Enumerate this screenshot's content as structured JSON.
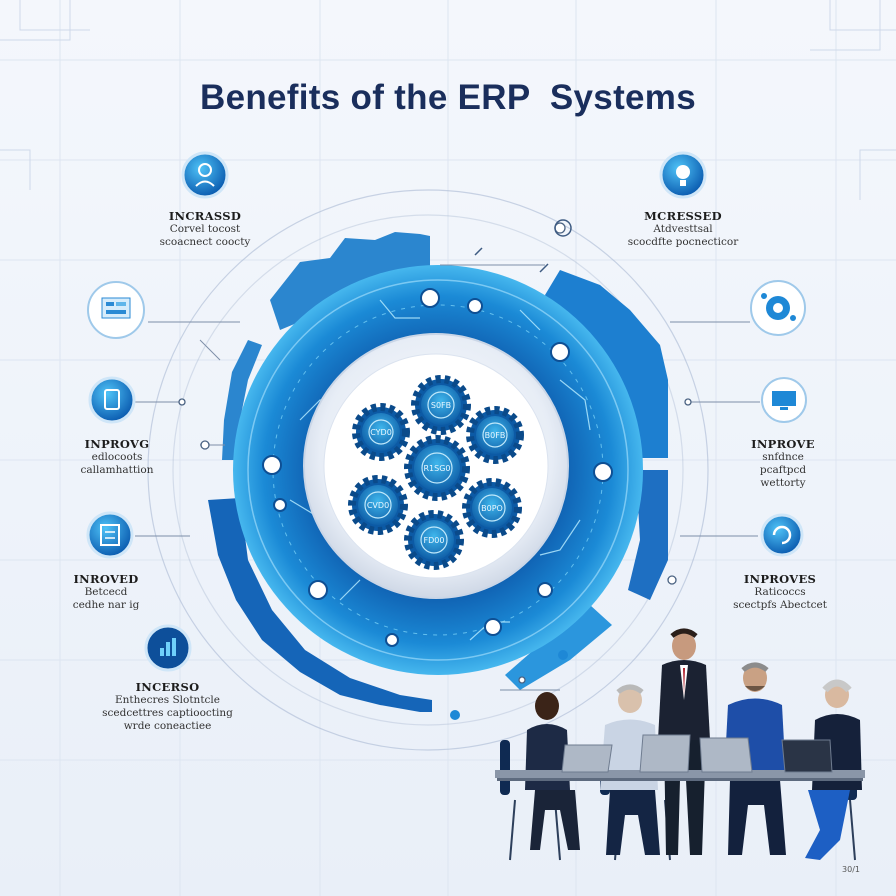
{
  "title": "Benefits of the ERP  Systems",
  "corner_mark": "30/1",
  "gear_labels": [
    "S0FB",
    "CYD0",
    "B0FB",
    "R1SG0",
    "CVD0",
    "B0PO",
    "FD00"
  ],
  "benefits": [
    {
      "id": "top-left",
      "heading": "INCRASSD",
      "lines": [
        "Corvel tocost",
        "scoacnect coocty"
      ]
    },
    {
      "id": "top-right",
      "heading": "MCRESSED",
      "lines": [
        "Atdvesttsal",
        "scocdfte pocnecticor"
      ]
    },
    {
      "id": "mid-left",
      "heading": "INPROVG",
      "lines": [
        "edlocoots",
        "callamhattion"
      ]
    },
    {
      "id": "mid-right",
      "heading": "INPROVE",
      "lines": [
        "snfdnce",
        "pcaftpcd",
        "wettorty"
      ]
    },
    {
      "id": "low-left",
      "heading": "INROVED",
      "lines": [
        "Betcecd",
        "cedhe nar ig"
      ]
    },
    {
      "id": "low-right",
      "heading": "INPROVES",
      "lines": [
        "Raticoccs",
        "scectpfs Abectcet"
      ]
    },
    {
      "id": "bottom-left",
      "heading": "INCERSO",
      "lines": [
        "Enthecres Slotntcle",
        "scedcettres captioocting",
        "wrde coneactiee"
      ]
    }
  ]
}
